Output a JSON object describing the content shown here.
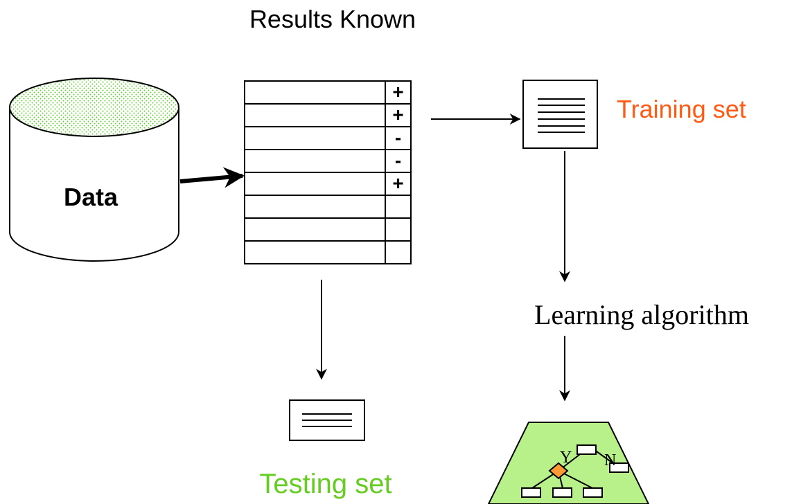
{
  "title": "Results Known",
  "data_store": {
    "label": "Data"
  },
  "table": {
    "labels": [
      "+",
      "+",
      "-",
      "-",
      "+",
      "",
      "",
      ""
    ]
  },
  "training_set": {
    "label": "Training set",
    "color": "#ff5a14"
  },
  "testing_set": {
    "label": "Testing set",
    "color": "#66cc22"
  },
  "learning_algorithm": {
    "label": "Learning algorithm"
  },
  "model_tree": {
    "yes_label": "Y",
    "no_label": "N",
    "fill_color": "#b8f089",
    "node_color": "#ff9933"
  },
  "colors": {
    "dots": "#66cc33"
  }
}
